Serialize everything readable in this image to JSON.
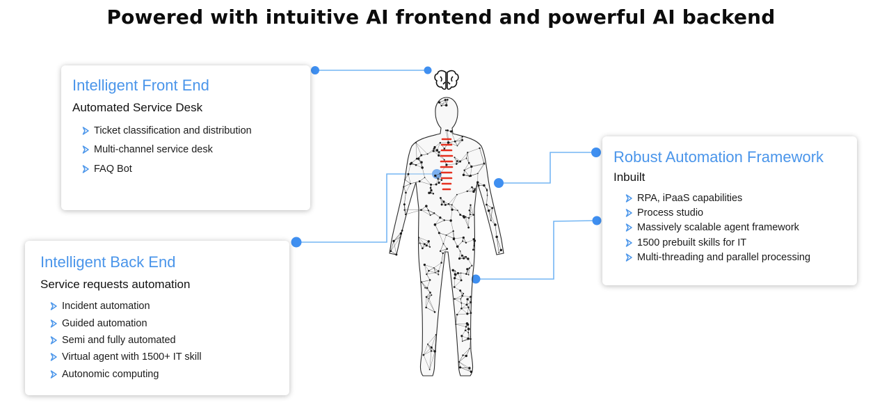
{
  "title": "Powered with intuitive AI frontend and powerful AI backend",
  "colors": {
    "accent": "#4a95ea",
    "line": "#74b6f3",
    "dot": "#3f8ff0",
    "spine": "#e5301f"
  },
  "icons": {
    "brain": "brain-icon",
    "bullet": "chevron-right-icon"
  },
  "front_end": {
    "title": "Intelligent Front End",
    "subtitle": "Automated Service Desk",
    "items": [
      "Ticket classification and distribution",
      "Multi-channel service desk",
      "FAQ Bot"
    ]
  },
  "back_end": {
    "title": "Intelligent Back End",
    "subtitle": "Service requests automation",
    "items": [
      "Incident automation",
      "Guided automation",
      "Semi and fully automated",
      "Virtual agent with 1500+ IT skill",
      "Autonomic computing"
    ]
  },
  "automation": {
    "title": "Robust Automation Framework",
    "subtitle": "Inbuilt",
    "items": [
      "RPA, iPaaS capabilities",
      "Process studio",
      "Massively scalable agent framework",
      "1500 prebuilt skills for IT",
      "Multi-threading and parallel processing"
    ]
  }
}
